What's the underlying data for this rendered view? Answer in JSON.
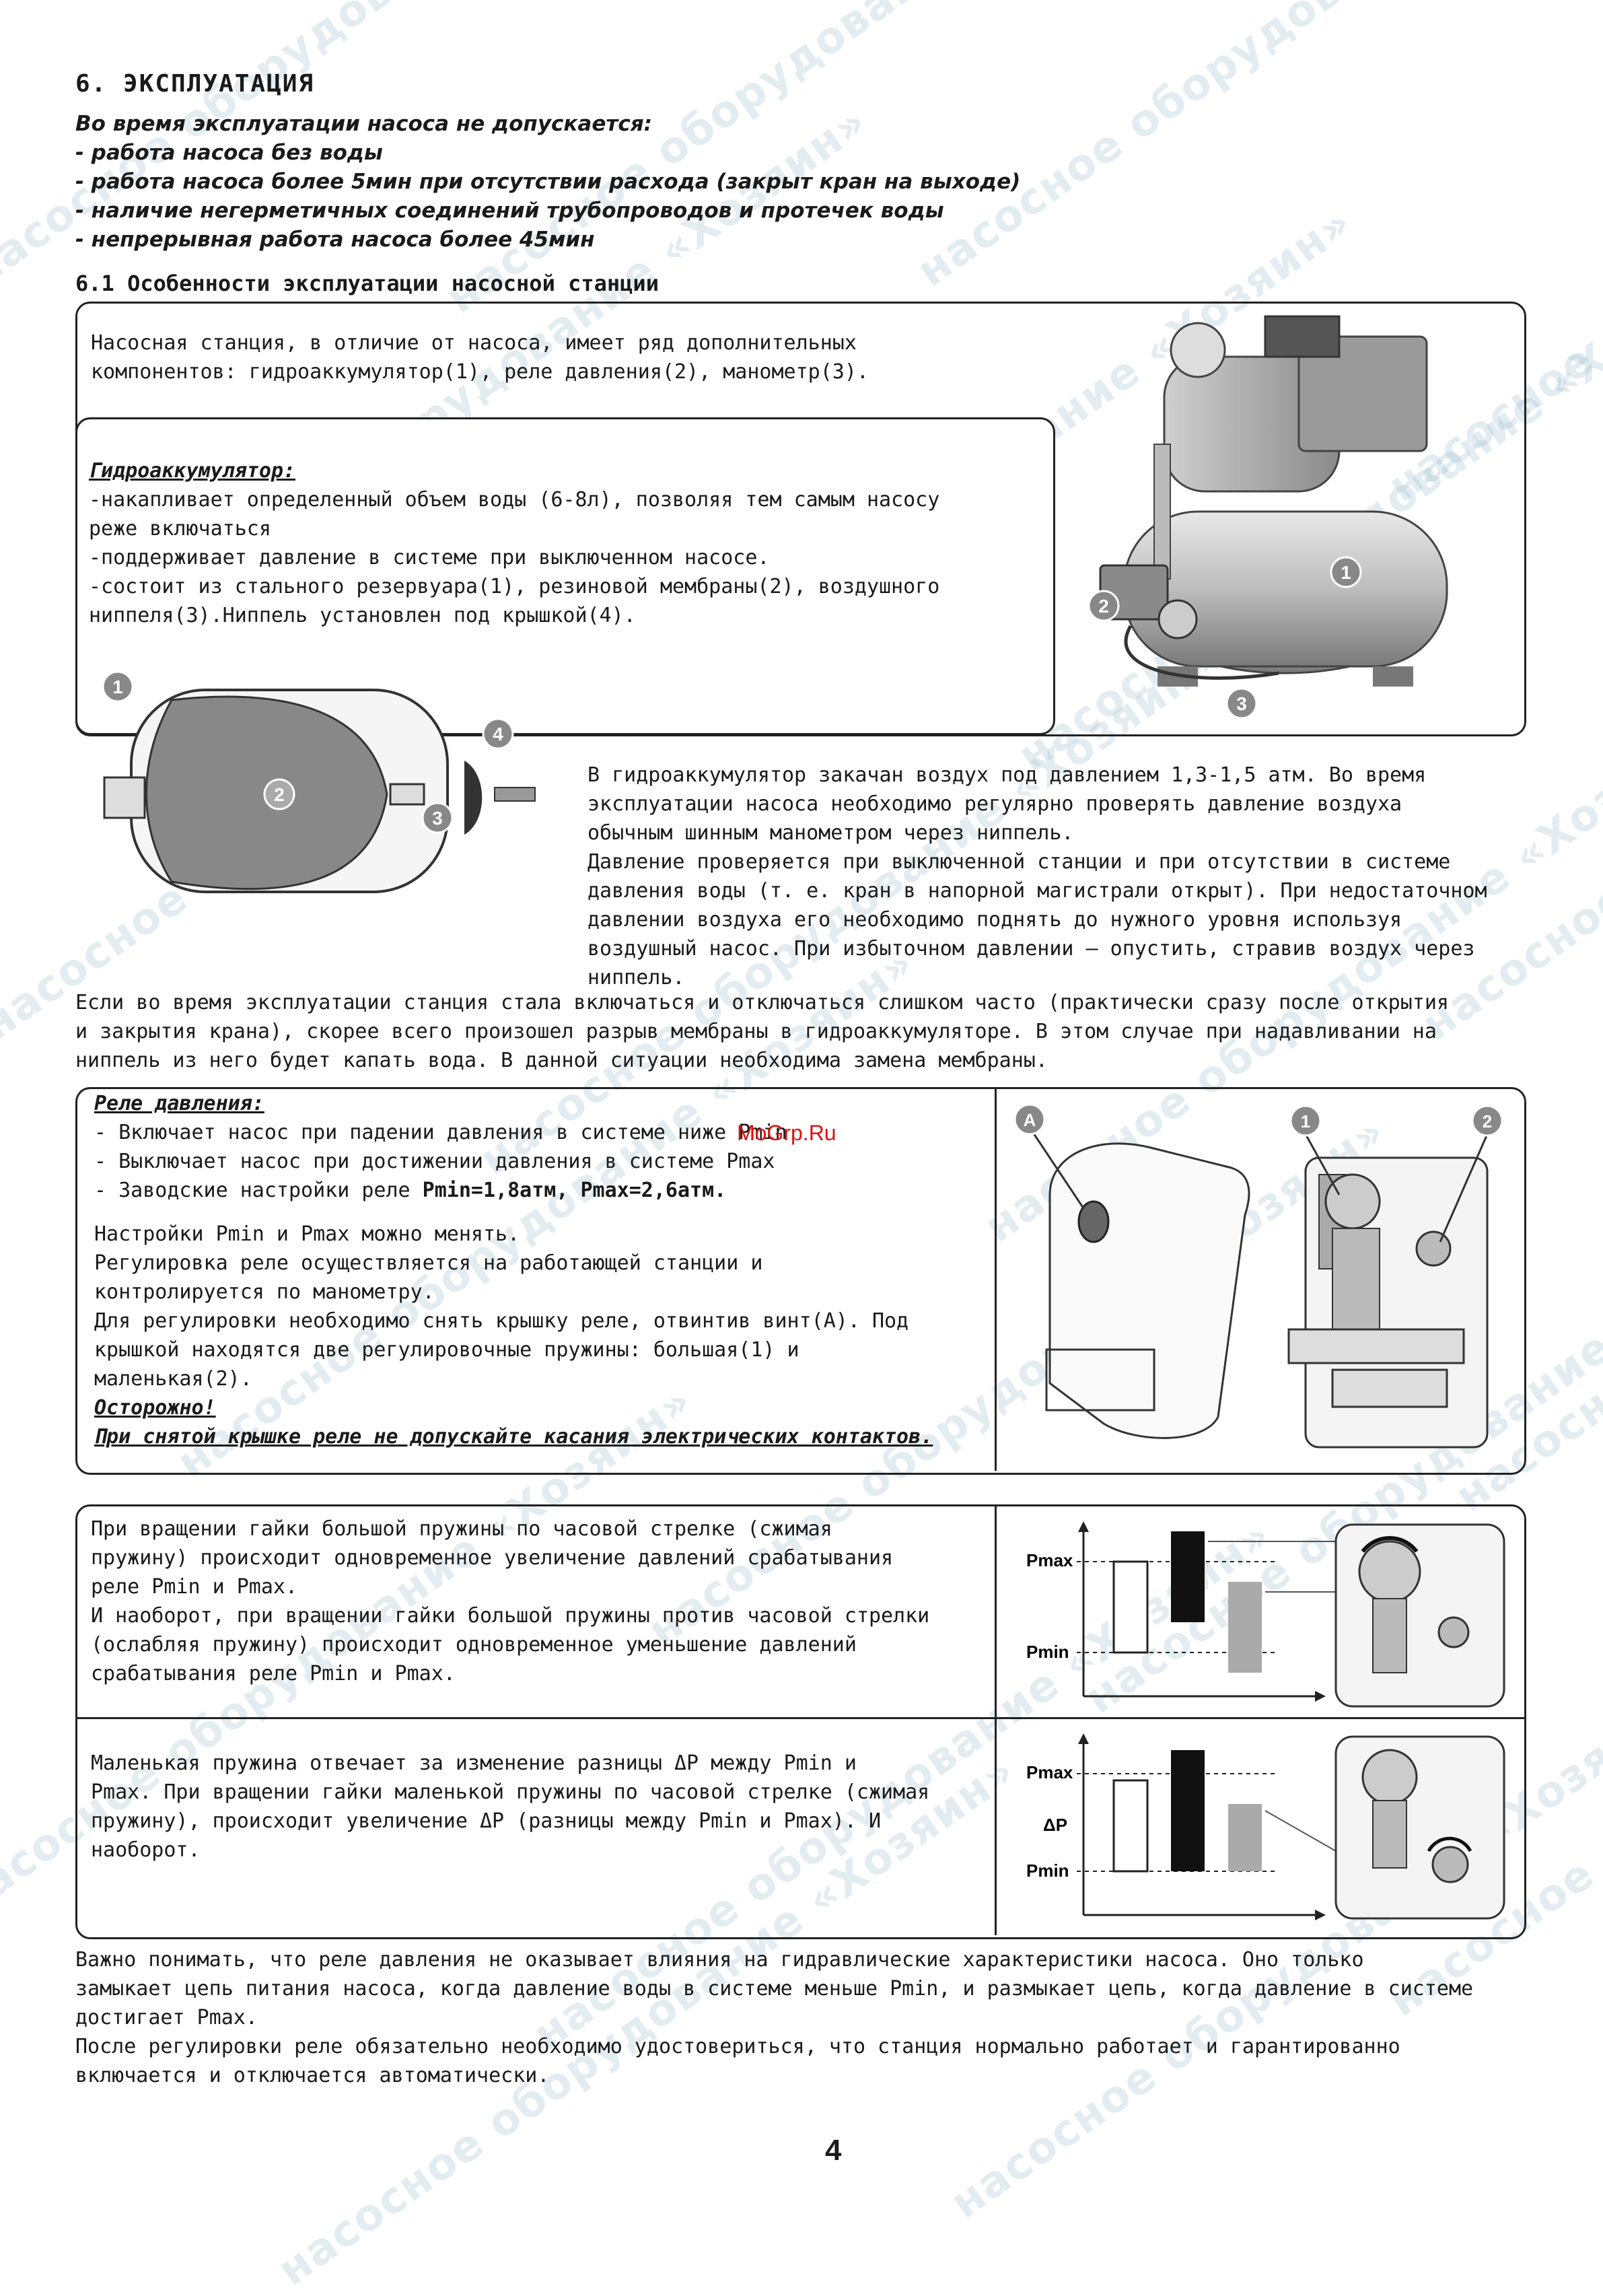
{
  "watermark": "насосное оборудование «Хозяин»",
  "section6": {
    "title": "6. ЭКСПЛУАТАЦИЯ",
    "warn_lines": [
      "Во время эксплуатации насоса не допускается:",
      "- работа насоса без воды",
      "- работа насоса более 5мин при отсутствии расхода (закрыт кран на выходе)",
      "- наличие негерметичных соединений трубопроводов и протечек воды",
      "- непрерывная работа насоса более 45мин"
    ]
  },
  "section61": {
    "title": "6.1 Особенности эксплуатации насосной станции",
    "intro_lines": [
      "Насосная   станция,   в   отличие   от   насоса,   имеет   ряд   дополнительных",
      "компонентов: гидроаккумулятор(1), реле давления(2), манометр(3)."
    ]
  },
  "accumulator": {
    "heading": "Гидроаккумулятор:",
    "lines": [
      "-накапливает определенный объем воды (6-8л), позволяя тем самым насосу",
      "реже включаться",
      "-поддерживает давление в системе при выключенном насосе.",
      "-состоит из стального резервуара(1), резиновой мембраны(2), воздушного",
      "ниппеля(3).Ниппель установлен под крышкой(4)."
    ],
    "tank_callouts": [
      "1",
      "2",
      "3",
      "4"
    ],
    "station_callouts": [
      "1",
      "2",
      "3"
    ]
  },
  "air_pressure": {
    "lines": [
      "В гидроаккумулятор закачан воздух под давлением 1,3-1,5 атм. Во время",
      "эксплуатации насоса необходимо регулярно проверять давление воздуха",
      "обычным шинным манометром через ниппель.",
      "Давление проверяется при выключенной станции и при отсутствии в системе",
      "давления воды (т. е. кран в напорной магистрали открыт). При недостаточном",
      "давлении воздуха его необходимо поднять до нужного уровня используя",
      "воздушный насос. При избыточном давлении – опустить, стравив воздух через",
      "ниппель."
    ]
  },
  "membrane": {
    "lines": [
      "Если во время эксплуатации станция стала включаться и отключаться слишком часто (практически сразу после открытия",
      "и закрытия крана), скорее всего произошел разрыв мембраны в гидроаккумуляторе. В этом случае при надавливании на",
      "ниппель из него будет капать вода. В данной ситуации необходима замена мембраны."
    ]
  },
  "relay": {
    "heading": "Реле давления:",
    "list": [
      "- Включает насос при падении давления в системе ниже Pmin",
      "- Выключает насос при достижении давления в системе Pmax"
    ],
    "factory_prefix": "- Заводские настройки реле ",
    "factory_values": "Pmin=1,8атм,  Pmax=2,6атм.",
    "body_lines": [
      "Настройки Pmin и Pmax можно менять.",
      "Регулировка    реле    осуществляется    на    работающей    станции    и",
      "контролируется по манометру.",
      "Для регулировки необходимо снять крышку реле, отвинтив винт(A). Под",
      "крышкой   находятся   две   регулировочные   пружины:   большая(1)   и",
      "маленькая(2)."
    ],
    "caution_title": "Осторожно!",
    "caution_text": "При снятой крышке реле не допускайте касания электрических контактов.",
    "callouts": [
      "A",
      "1",
      "2"
    ],
    "site_mark": "MoGrp.Ru"
  },
  "large_spring": {
    "lines": [
      "При  вращении  гайки  большой  пружины  по  часовой  стрелке  (сжимая",
      "пружину) происходит одновременное увеличение давлений срабатывания",
      "реле Pmin и Pmax.",
      "И наоборот, при вращении гайки большой пружины против часовой стрелки",
      "(ослабляя  пружину)  происходит  одновременное  уменьшение  давлений",
      "срабатывания реле Pmin и Pmax."
    ],
    "axis_labels": [
      "Pmax",
      "Pmin"
    ]
  },
  "small_spring": {
    "lines": [
      "Маленькая пружина отвечает за изменение разницы ΔP между  Pmin и",
      "Pmax. При вращении гайки маленькой пружины по часовой стрелке (сжимая",
      "пружину), происходит увеличение  ΔP (разницы между  Pmin и Pmax). И",
      "наоборот."
    ],
    "axis_labels": [
      "Pmax",
      "ΔP",
      "Pmin"
    ]
  },
  "closing": {
    "lines": [
      "Важно понимать, что реле давления не оказывает влияния на гидравлические характеристики насоса. Оно только",
      "замыкает цепь питания насоса, когда давление воды в системе меньше Pmin, и размыкает цепь, когда давление в системе",
      "достигает Pmax.",
      "После регулировки реле обязательно необходимо удостовериться, что станция нормально работает и гарантированно",
      "включается и отключается автоматически."
    ]
  },
  "page_number": "4"
}
